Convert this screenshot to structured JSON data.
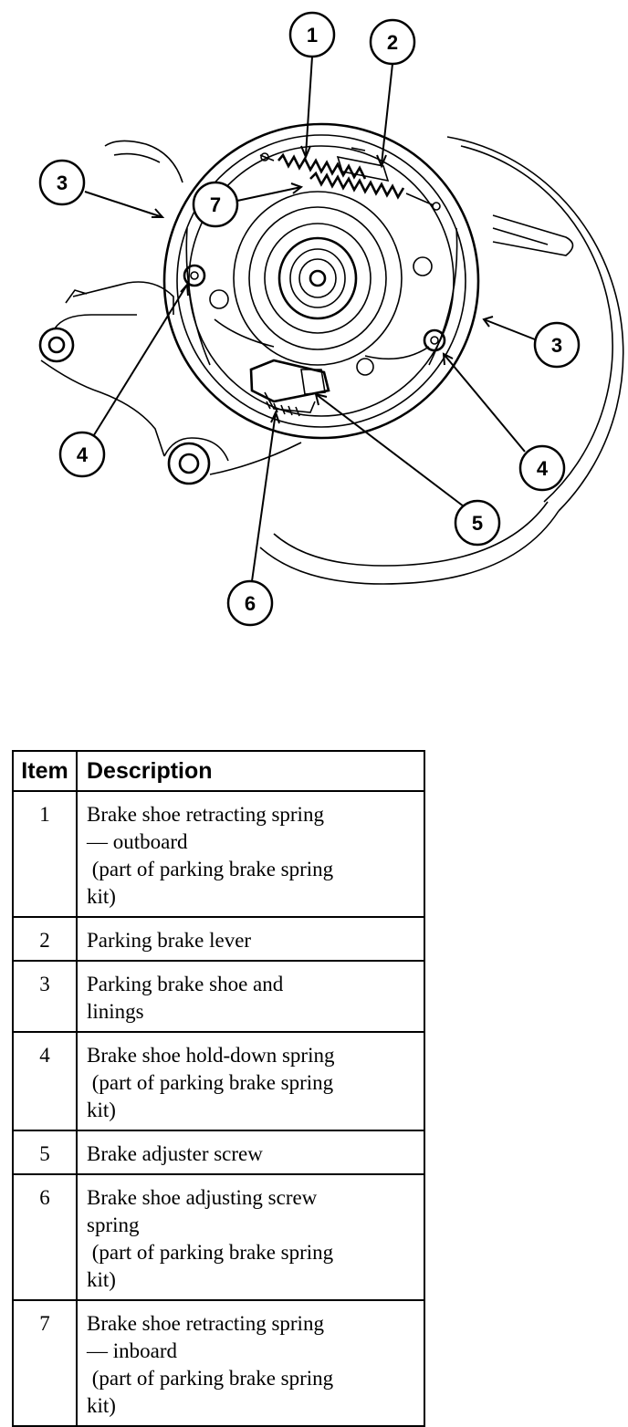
{
  "diagram": {
    "callouts": [
      "1",
      "2",
      "3",
      "3",
      "4",
      "4",
      "5",
      "6",
      "7"
    ]
  },
  "legend": {
    "header_item": "Item",
    "header_description": "Description",
    "rows": [
      {
        "item": "1",
        "lines": [
          "Brake shoe retracting spring",
          "— outboard",
          " (part of parking brake spring",
          "kit)"
        ]
      },
      {
        "item": "2",
        "lines": [
          "Parking brake lever"
        ]
      },
      {
        "item": "3",
        "lines": [
          "Parking brake shoe and",
          "linings"
        ]
      },
      {
        "item": "4",
        "lines": [
          "Brake shoe hold-down spring",
          " (part of parking brake spring",
          "kit)"
        ]
      },
      {
        "item": "5",
        "lines": [
          "Brake adjuster screw"
        ]
      },
      {
        "item": "6",
        "lines": [
          "Brake shoe adjusting screw",
          "spring",
          " (part of parking brake spring",
          "kit)"
        ]
      },
      {
        "item": "7",
        "lines": [
          "Brake shoe retracting spring",
          "— inboard",
          " (part of parking brake spring",
          "kit)"
        ]
      }
    ]
  }
}
